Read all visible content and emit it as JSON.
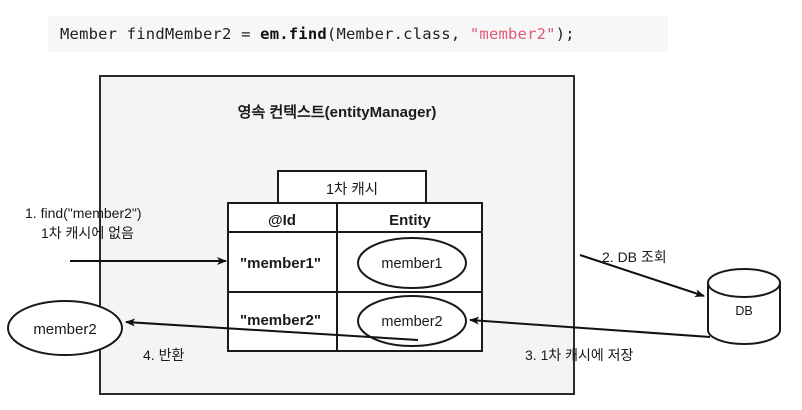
{
  "code": {
    "full_text": "Member findMember2 = em.find(Member.class, \"member2\");",
    "segments": {
      "before": "Member findMember2 = ",
      "keyword": "em.find",
      "middle": "(Member.class, ",
      "string": "\"member2\"",
      "after": ");"
    },
    "string_color": "#e05a73",
    "background": "#f7f7f7"
  },
  "diagram": {
    "context_title": "영속 컨텍스트(entityManager)",
    "cache_title": "1차 캐시",
    "table": {
      "headers": [
        "@Id",
        "Entity"
      ],
      "rows": [
        {
          "id": "\"member1\"",
          "entity": "member1"
        },
        {
          "id": "\"member2\"",
          "entity": "member2"
        }
      ]
    },
    "labels": {
      "step1_line1": "1. find(\"member2\")",
      "step1_line2": "1차 캐시에 없음",
      "step2": "2. DB 조회",
      "step3": "3. 1차 캐시에 저장",
      "step4": "4. 반환"
    },
    "returned_entity": "member2",
    "database": "DB",
    "colors": {
      "context_fill": "#f4f4f4",
      "stroke": "#1a1a1a",
      "page_background": "#ffffff"
    }
  }
}
